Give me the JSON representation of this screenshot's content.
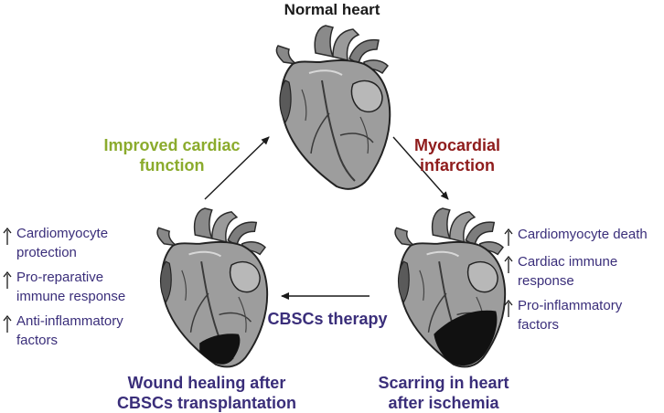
{
  "title": "Normal heart",
  "improved_function": [
    "Improved cardiac",
    "function"
  ],
  "myocardial_infarction": [
    "Myocardial",
    "infarction"
  ],
  "therapy": "CBSCs therapy",
  "caption_left": [
    "Wound healing after",
    "CBSCs transplantation"
  ],
  "caption_right": [
    "Scarring in heart",
    "after ischemia"
  ],
  "left_factors": [
    [
      "Cardiomyocyte",
      "protection"
    ],
    [
      "Pro-reparative",
      "immune response"
    ],
    [
      "Anti-inflammatory",
      "factors"
    ]
  ],
  "right_factors": [
    [
      "Cardiomyocyte death"
    ],
    [
      "Cardiac immune",
      "response"
    ],
    [
      "Pro-inflammatory",
      "factors"
    ]
  ],
  "colors": {
    "green": "#8bab2d",
    "red": "#8f1c1c",
    "purple": "#3a2e7a"
  },
  "icons": [
    "heart-illustration-icon",
    "up-arrow-icon"
  ]
}
